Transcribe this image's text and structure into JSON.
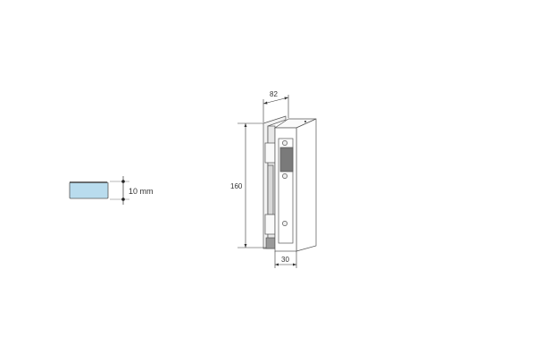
{
  "glass": {
    "thickness_label": "10 mm",
    "fill_color": "#b9dcee"
  },
  "lock": {
    "width_label": "82",
    "height_label": "160",
    "depth_label": "30"
  }
}
